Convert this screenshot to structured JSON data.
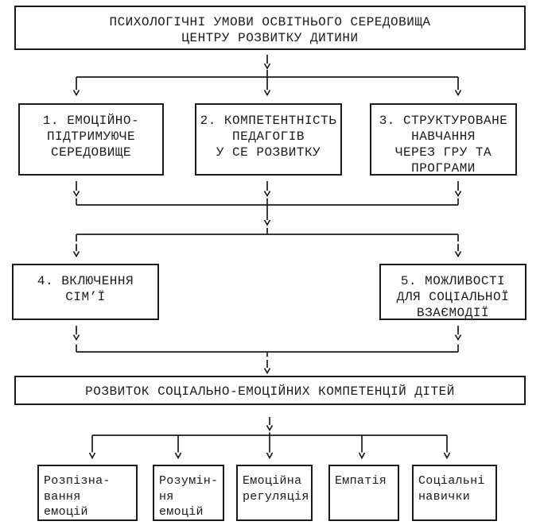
{
  "diagram": {
    "root_box": {
      "lines": [
        "ПСИХОЛОГІЧНІ УМОВИ ОСВІТНЬОГО СЕРЕДОВИЩА",
        "ЦЕНТРУ РОЗВИТКУ ДИТИНИ"
      ]
    },
    "conditions": [
      {
        "lines": [
          "1. ЕМОЦІЙНО-",
          "ПІДТРИМУЮЧЕ",
          "СЕРЕДОВИЩЕ"
        ]
      },
      {
        "lines": [
          "2. КОМПЕТЕНТНІСТЬ",
          "ПЕДАГОГІВ",
          "У СЕ РОЗВИТКУ"
        ]
      },
      {
        "lines": [
          "3. СТРУКТУРОВАНЕ",
          "НАВЧАННЯ",
          "ЧЕРЕЗ ГРУ ТА",
          "ПРОГРАМИ"
        ]
      },
      {
        "lines": [
          "4. ВКЛЮЧЕННЯ",
          "СІМ’Ї"
        ]
      },
      {
        "lines": [
          "5. МОЖЛИВОСТІ",
          "ДЛЯ СОЦІАЛЬНОЇ",
          "ВЗАЄМОДІЇ"
        ]
      }
    ],
    "outcome_box": {
      "lines": [
        "РОЗВИТОК СОЦІАЛЬНО-ЕМОЦІЙНИХ КОМПЕТЕНЦІЙ ДІТЕЙ"
      ]
    },
    "competencies": [
      {
        "lines": [
          "Розпізна-",
          "вання",
          "емоцій"
        ]
      },
      {
        "lines": [
          "Розумін-",
          "ня",
          "емоцій"
        ]
      },
      {
        "lines": [
          "Емоційна",
          "регуляція"
        ]
      },
      {
        "lines": [
          "Емпатія"
        ]
      },
      {
        "lines": [
          "Соціальні",
          "навички"
        ]
      }
    ],
    "colors": {
      "line": "#1a1a1a",
      "background": "#ffffff",
      "text": "#1a1a1a"
    }
  }
}
